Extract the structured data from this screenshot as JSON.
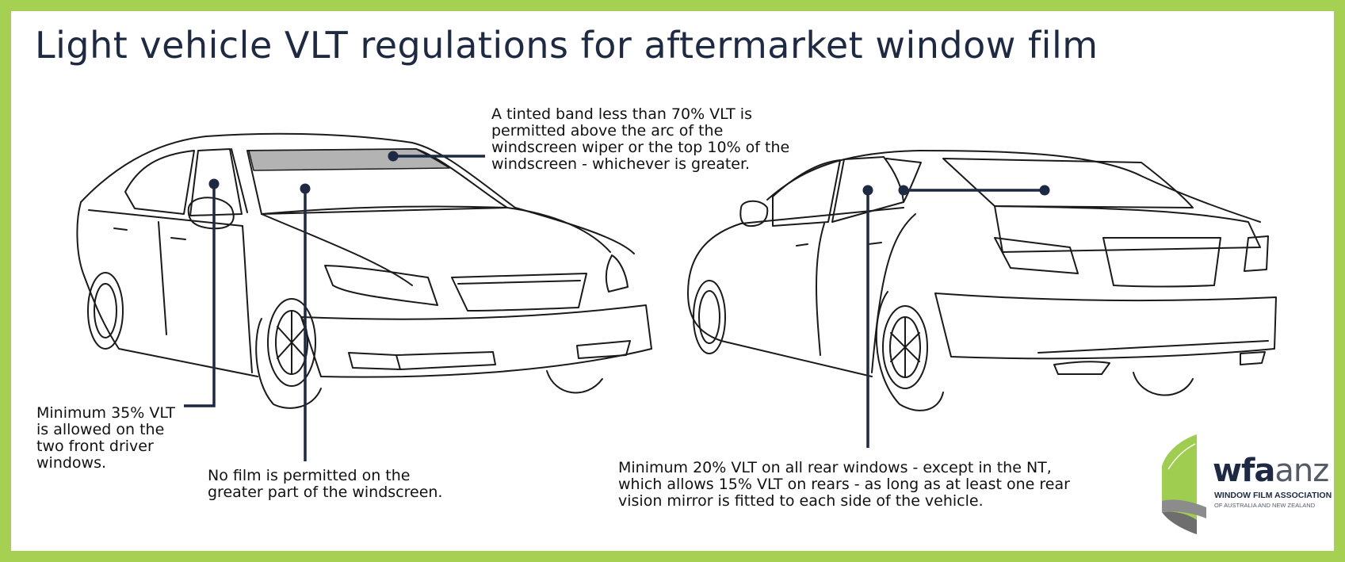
{
  "title": "Light vehicle VLT regulations for aftermarket window film",
  "callouts": {
    "windscreen_band": "A tinted band less than 70% VLT is\npermitted above the arc of the\nwindscreen wiper or the top 10% of the\nwindscreen - whichever is greater.",
    "front_windows": "Minimum 35% VLT\nis allowed on the\ntwo front driver\nwindows.",
    "windscreen": "No film is permitted on the\ngreater part of the windscreen.",
    "rear_windows": "Minimum 20% VLT on all rear windows - except in the NT,\nwhich allows 15% VLT on rears - as long as at least one rear\nvision mirror is fitted to each side of the vehicle."
  },
  "logo": {
    "wordmark_bold": "wfa",
    "wordmark_light": "anz",
    "line1": "WINDOW FILM ASSOCIATION",
    "line2": "OF AUSTRALIA AND NEW ZEALAND"
  },
  "colors": {
    "border": "#a6d051",
    "title": "#1e2a44",
    "leader": "#1e2a44",
    "tint_band": "#b3b3b3",
    "logo_green": "#9fcd4f",
    "logo_grey": "#8c8c8c"
  }
}
